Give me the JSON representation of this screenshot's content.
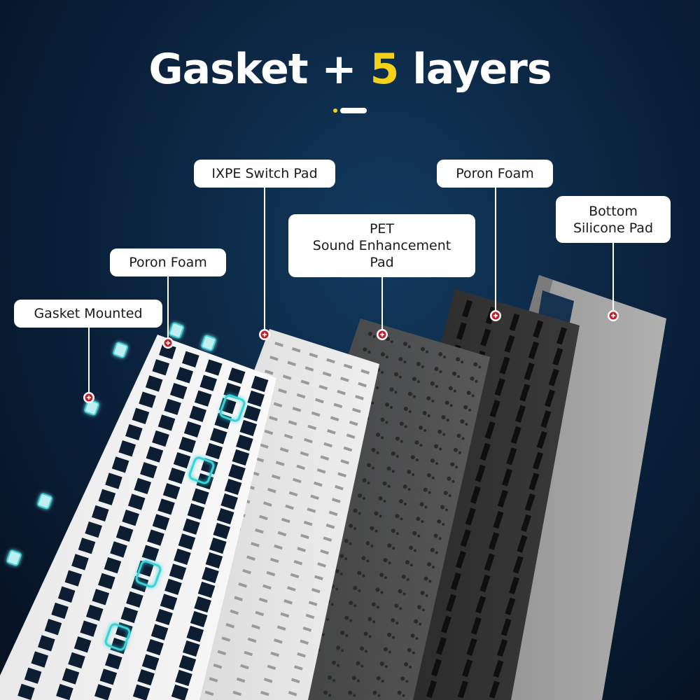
{
  "title": {
    "prefix": "Gasket + ",
    "number": "5",
    "suffix": " layers"
  },
  "labels": {
    "gasket_mounted": "Gasket Mounted",
    "poron_foam_front": "Poron Foam",
    "ixpe_switch_pad": "IXPE Switch Pad",
    "pet_pad": "PET\nSound Enhancement\nPad",
    "poron_foam_back": "Poron Foam",
    "bottom_silicone_pad": "Bottom\nSilicone Pad"
  },
  "colors": {
    "accent": "#f5d21a",
    "marker": "#c4202a",
    "label_bg": "#ffffff",
    "gasket_glow": "#39d3d7",
    "plate_white": "#f1f1f1",
    "ixpe": "#e6e6e6",
    "pet": "#4a4a4a",
    "poron": "#2e2e2e",
    "silicone": "#9a9a9a"
  }
}
